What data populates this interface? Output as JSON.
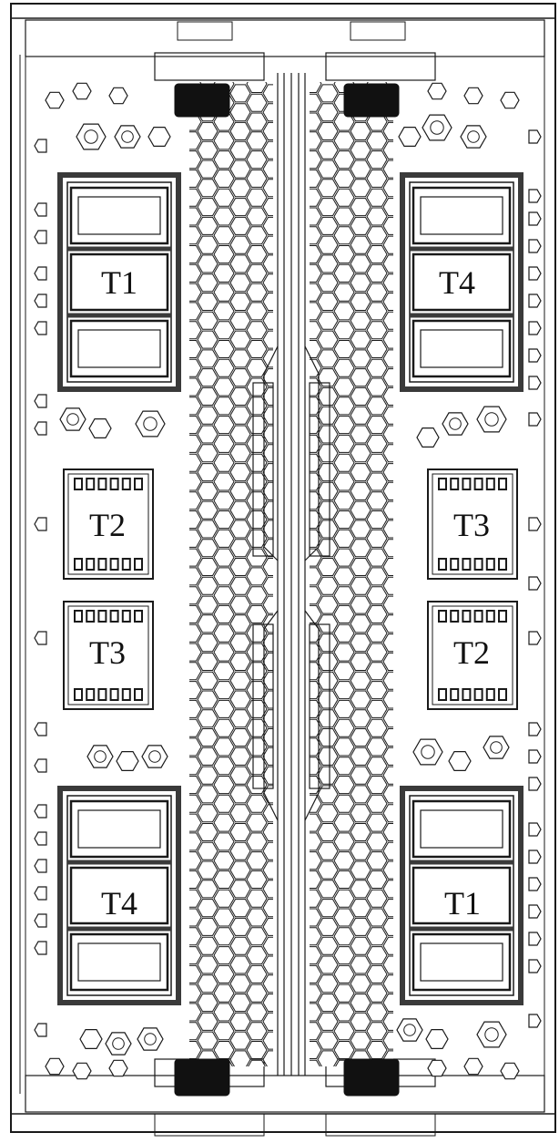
{
  "colors": {
    "line": "#1a1a1a",
    "fill": "#ffffff",
    "dark": "#111111",
    "gray": "#3a3a3a"
  },
  "icons": {
    "hex-pattern": "honeycomb-vent-icon",
    "latch": "latch-icon",
    "nut": "hex-nut-icon"
  },
  "labels": {
    "left_top_large": "T1",
    "left_mid_upper": "T2",
    "left_mid_lower": "T3",
    "left_bottom_large": "T4",
    "right_top_large": "T4",
    "right_mid_upper": "T3",
    "right_mid_lower": "T2",
    "right_bottom_large": "T1"
  }
}
